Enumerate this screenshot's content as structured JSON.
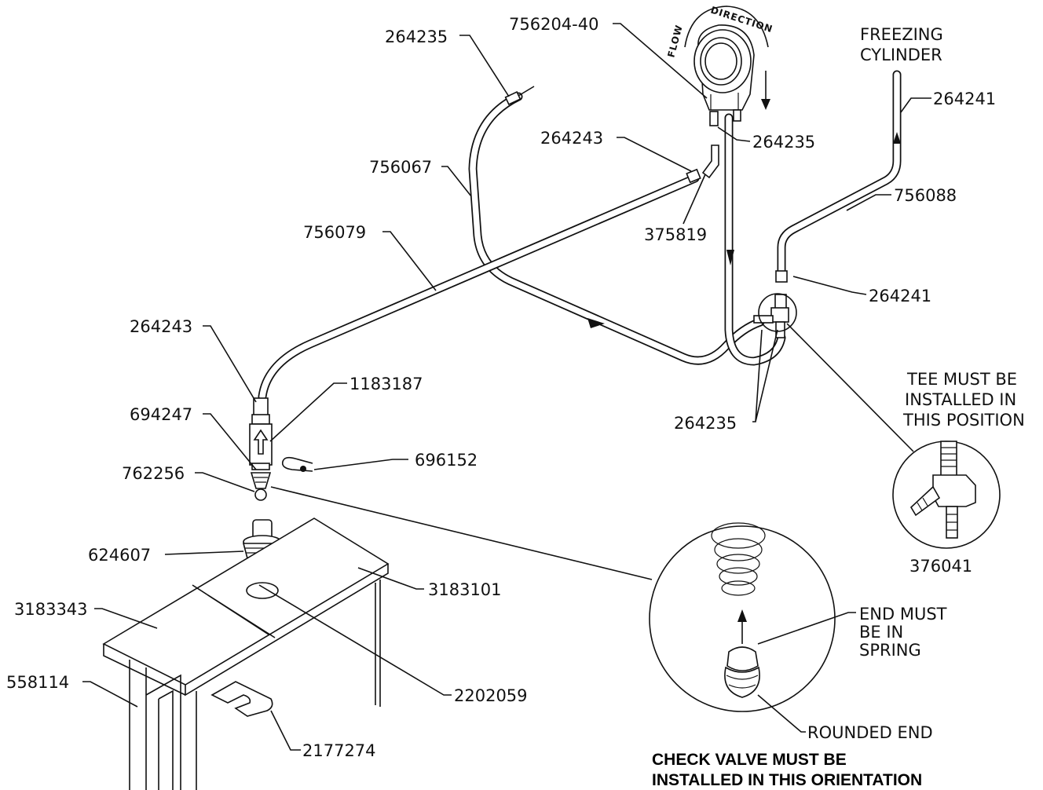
{
  "diagram": {
    "labels": {
      "l_264235_top": "264235",
      "l_756204_40": "756204-40",
      "l_freezing": "FREEZING",
      "l_cylinder": "CYLINDER",
      "l_264241_top": "264241",
      "l_264243_top": "264243",
      "l_264235_pump": "264235",
      "l_756067": "756067",
      "l_756088": "756088",
      "l_756079": "756079",
      "l_375819": "375819",
      "l_264241_mid": "264241",
      "l_264243_left": "264243",
      "l_1183187": "1183187",
      "l_694247": "694247",
      "l_696152": "696152",
      "l_762256": "762256",
      "l_264235_bottom": "264235",
      "l_tee1": "TEE MUST BE",
      "l_tee2": "INSTALLED IN",
      "l_tee3": "THIS POSITION",
      "l_624607": "624607",
      "l_3183101": "3183101",
      "l_376041": "376041",
      "l_3183343": "3183343",
      "l_end1": "END MUST",
      "l_end2": "BE IN",
      "l_end3": "SPRING",
      "l_558114": "558114",
      "l_2202059": "2202059",
      "l_rounded": "ROUNDED END",
      "l_2177274": "2177274",
      "flow": "FLOW",
      "direction": "DIRECTION"
    },
    "notes": {
      "check1": "CHECK VALVE MUST BE",
      "check2": "INSTALLED IN THIS ORIENTATION"
    }
  }
}
